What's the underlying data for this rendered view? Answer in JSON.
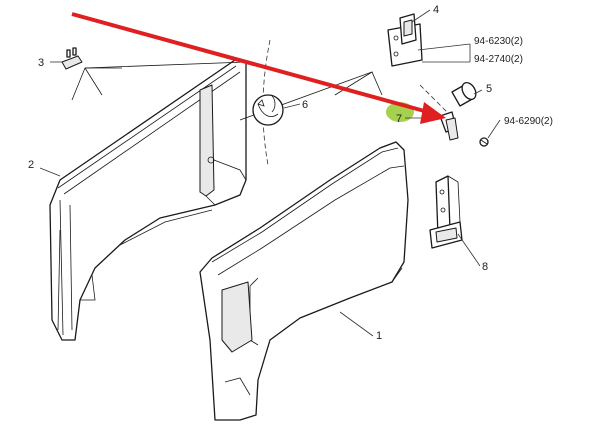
{
  "labels": {
    "part1": "1",
    "part2": "2",
    "part3": "3",
    "part4": "4",
    "part5": "5",
    "part6": "6",
    "part7": "7",
    "part8": "8",
    "code_a": "94-6230(2)",
    "code_b": "94-2740(2)",
    "code_c": "94-6290(2)"
  },
  "colors": {
    "arrow": "#e02020",
    "highlight": "#9ccc3c",
    "line": "#1a1a1a"
  }
}
